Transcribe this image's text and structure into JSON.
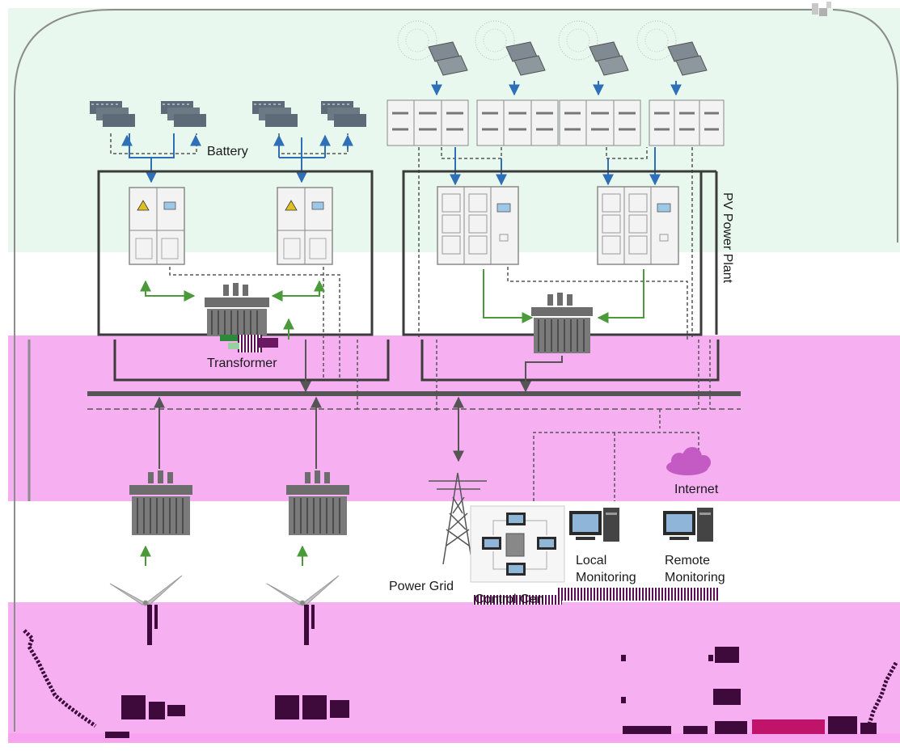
{
  "labels": {
    "battery": "Battery",
    "pv_power_plant": "PV Power Plant",
    "transformer": "Transformer",
    "internet": "Internet",
    "power_grid": "Power Grid",
    "local_monitoring_line1": "Local",
    "local_monitoring_line2": "Monitoring",
    "remote_monitoring_line1": "Remote",
    "remote_monitoring_line2": "Monitoring",
    "control_center_partial": "Control Cen"
  },
  "colors": {
    "top_band": "#e8f8ee",
    "magenta_band": "#f6b0f2",
    "magenta_band_deep": "#f7a3f0",
    "frame": "#8c8c8c",
    "box_outline": "#3b3b3b",
    "power_arrow": "#4a9a3a",
    "comm_arrow": "#2f6fb8",
    "bus": "#555555",
    "dashed": "#555555",
    "cabinet_fill": "#f3f3f3",
    "cabinet_stroke": "#8a8a8a",
    "battery_fill": "#5c6b77",
    "transformer_fill": "#6d6d6d",
    "cloud": "#c45ac3"
  },
  "icons": [
    "battery-rack-icon",
    "pv-array-icon",
    "combiner-box-icon",
    "pcs-cabinet-icon",
    "inverter-cabinet-icon",
    "transformer-icon",
    "wind-turbine-icon",
    "transmission-tower-icon",
    "computer-monitor-icon",
    "cloud-icon"
  ]
}
